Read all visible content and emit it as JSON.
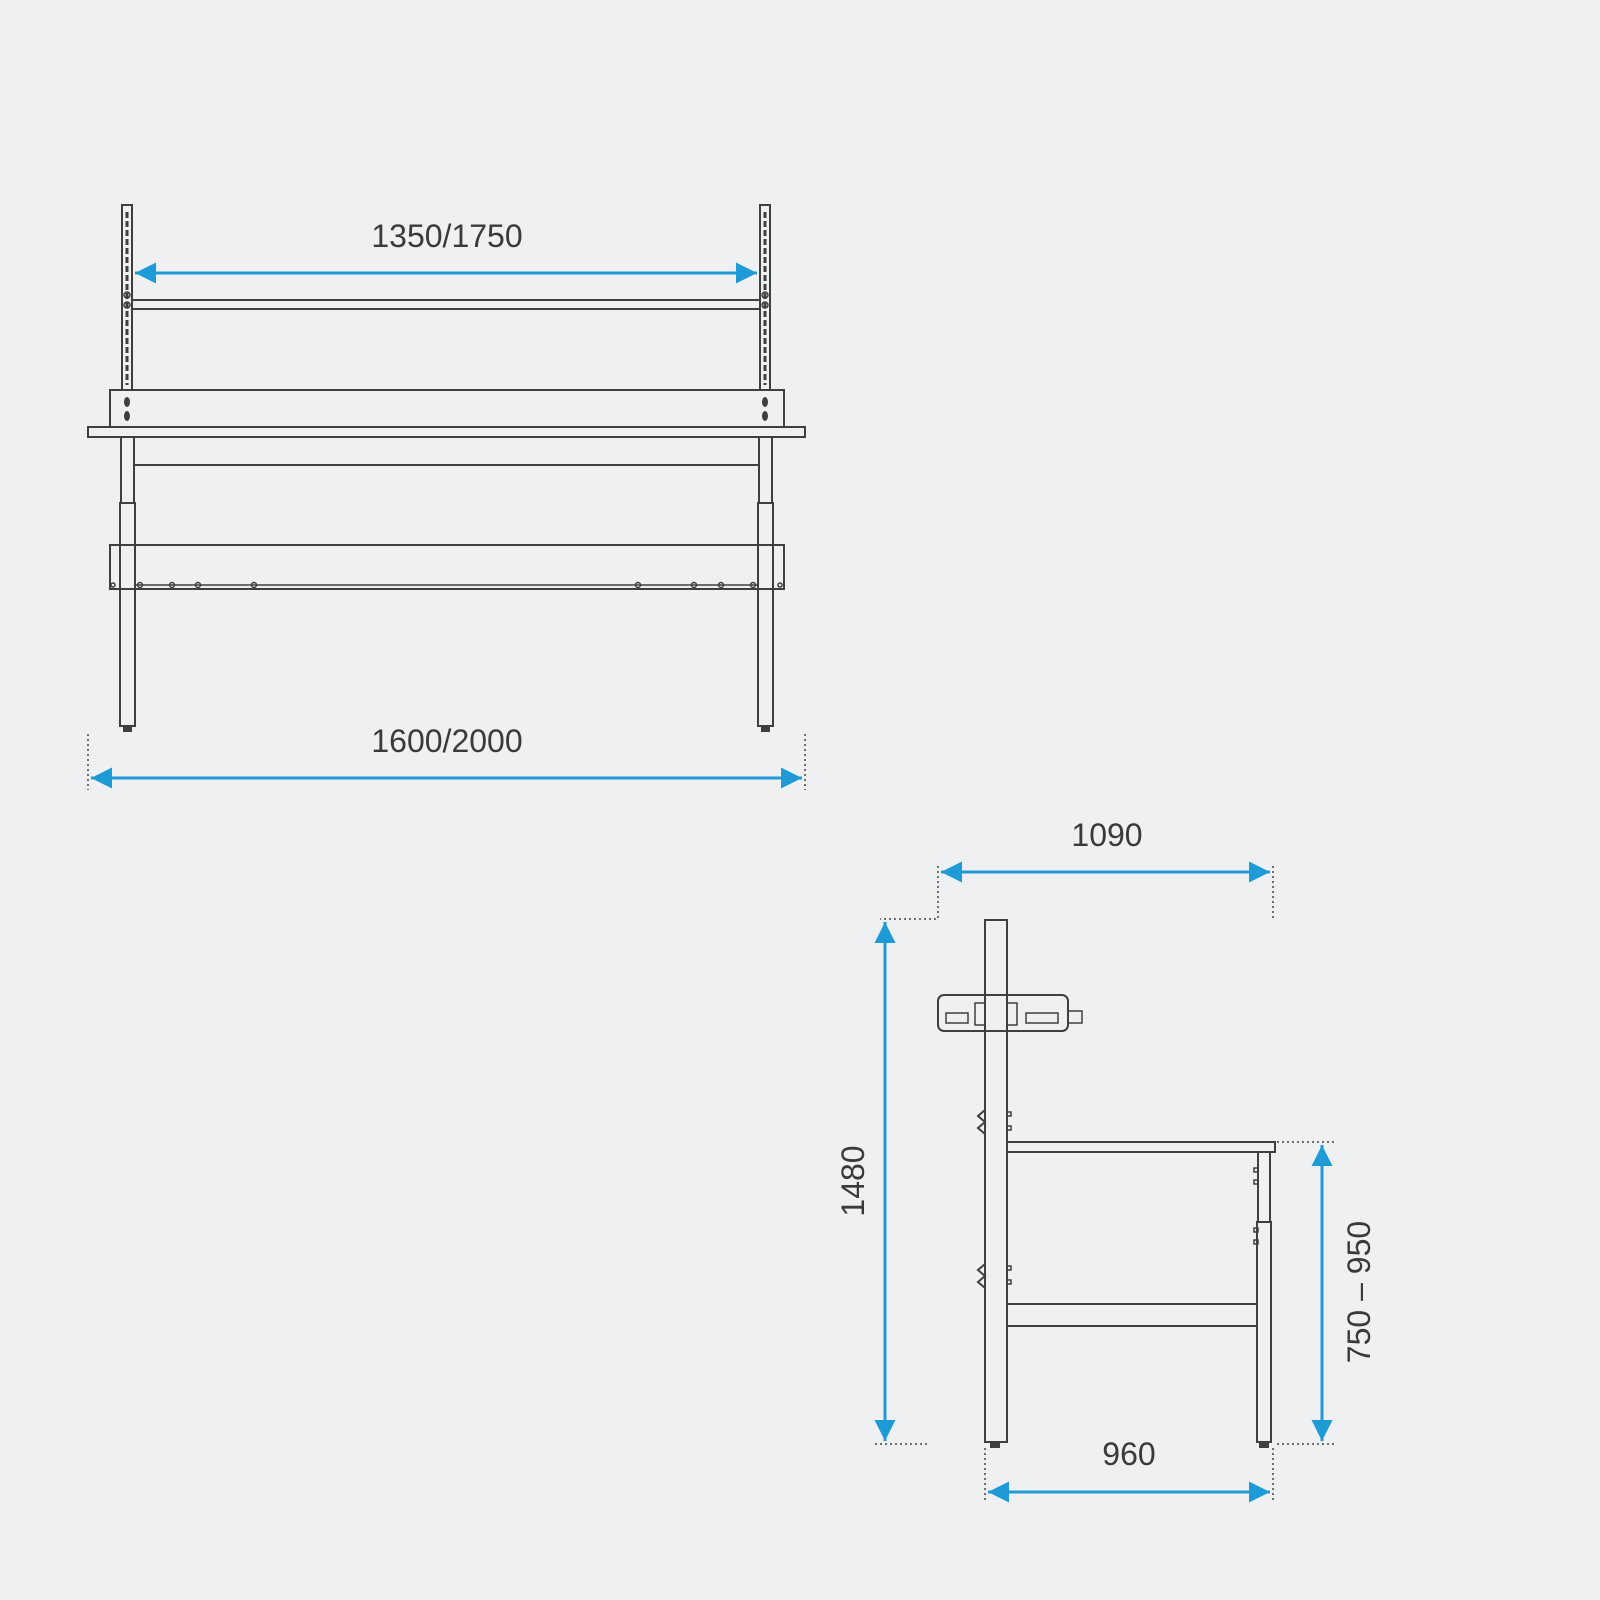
{
  "colors": {
    "background": "#eef0f1",
    "dimension_arrow": "#1e9ad6",
    "drawing_line": "#3f3f3f",
    "text": "#3a3a3a"
  },
  "front_view": {
    "upright_spacing_label": "1350/1750",
    "overall_width_label": "1600/2000"
  },
  "side_view": {
    "overall_depth_label": "1090",
    "overall_height_label": "1480",
    "worktop_height_label": "750 – 950",
    "base_depth_label": "960"
  }
}
